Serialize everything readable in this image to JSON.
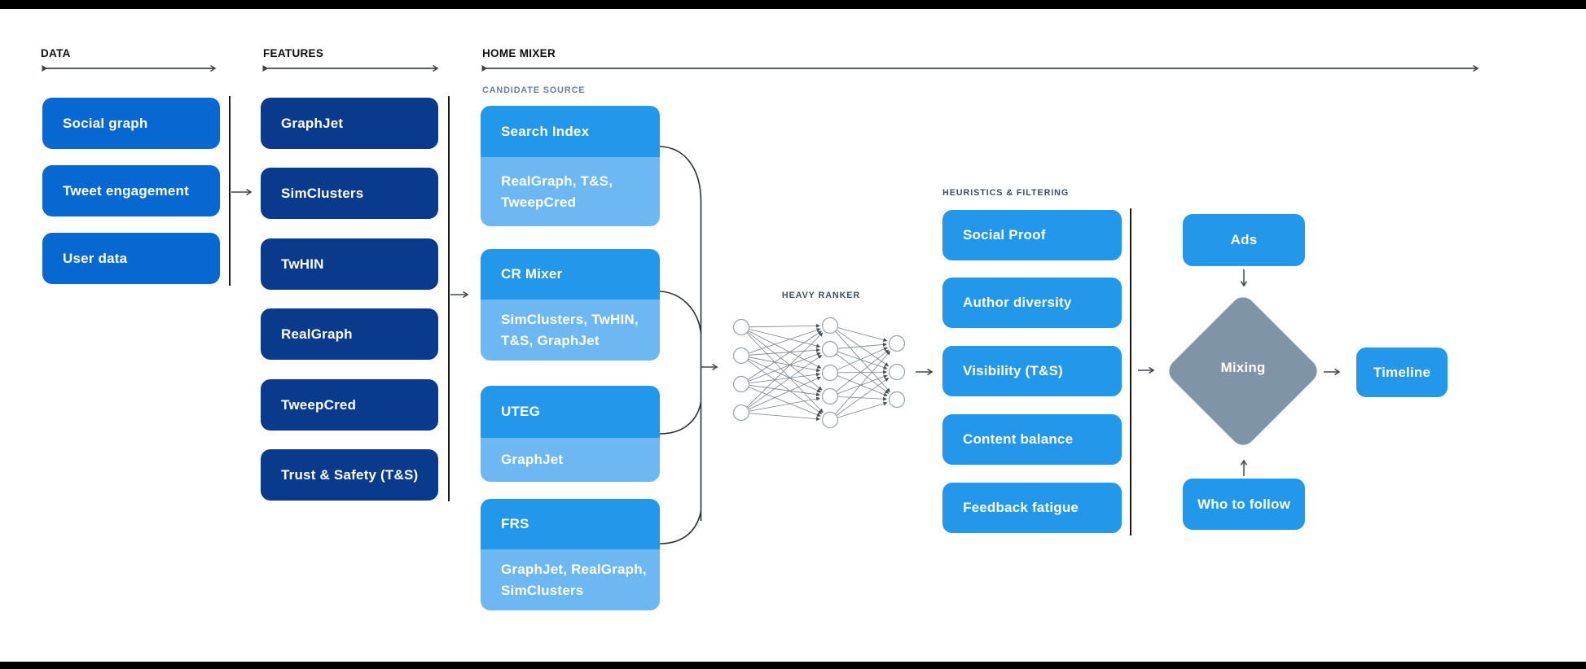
{
  "palette": {
    "data_box_blue": "#0768d2",
    "feature_box_navy": "#0a3a8c",
    "primary_blue": "#2397ea",
    "light_blue": "#6db8f3",
    "diamond_gray": "#8094a8",
    "label_gray": "#6d7e8e",
    "label_slate": "#3e4f68",
    "divider_dark": "#17181a",
    "arrow_gray": "#42464c",
    "text_white": "#ffffff"
  },
  "sections": {
    "data": {
      "title": "DATA",
      "items": [
        "Social graph",
        "Tweet engagement",
        "User data"
      ]
    },
    "features": {
      "title": "FEATURES",
      "items": [
        "GraphJet",
        "SimClusters",
        "TwHIN",
        "RealGraph",
        "TweepCred",
        "Trust & Safety (T&S)"
      ]
    },
    "home_mixer": {
      "title": "HOME MIXER",
      "candidate_source": {
        "label": "CANDIDATE SOURCE",
        "cards": [
          {
            "name": "Search Index",
            "sources": "RealGraph, T&S,\nTweepCred"
          },
          {
            "name": "CR Mixer",
            "sources": "SimClusters, TwHIN,\nT&S, GraphJet"
          },
          {
            "name": "UTEG",
            "sources": "GraphJet"
          },
          {
            "name": "FRS",
            "sources": "GraphJet, RealGraph,\nSimClusters"
          }
        ]
      },
      "heavy_ranker": {
        "label": "HEAVY RANKER",
        "layers": [
          4,
          5,
          3
        ]
      },
      "heuristics": {
        "label": "HEURISTICS & FILTERING",
        "items": [
          "Social Proof",
          "Author diversity",
          "Visibility (T&S)",
          "Content balance",
          "Feedback fatigue"
        ]
      },
      "mixing": {
        "ads": "Ads",
        "diamond": "Mixing",
        "who_to_follow": "Who to follow",
        "timeline": "Timeline"
      }
    }
  }
}
